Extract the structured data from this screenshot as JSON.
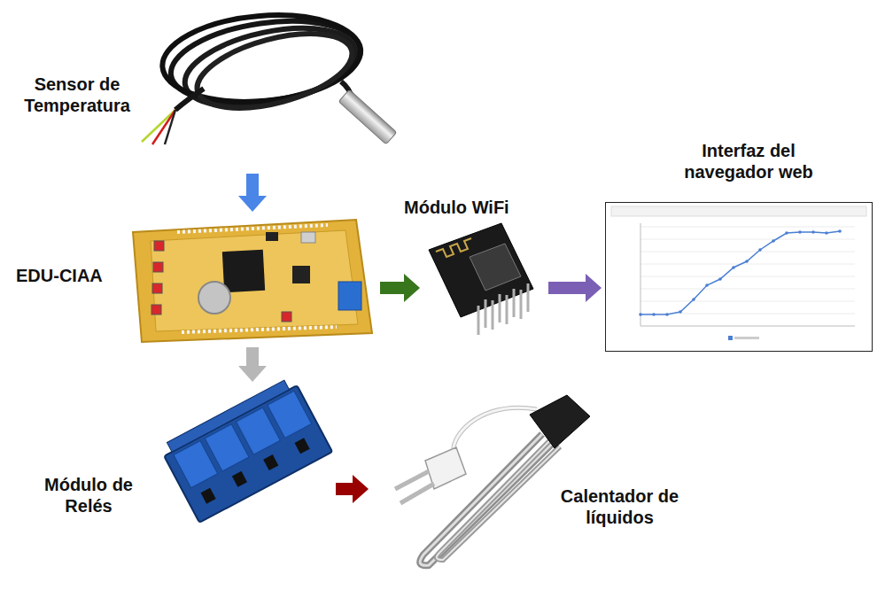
{
  "diagram": {
    "nodes": [
      {
        "text": [
          "Sensor de Temperatura"
        ]
      },
      {
        "text": [
          "EDU-CIAA"
        ]
      },
      {
        "text": [
          "Módulo WiFi"
        ]
      },
      {
        "text": [
          "Interfaz del navegador web"
        ]
      },
      {
        "text": [
          "Módulo de Relés"
        ]
      },
      {
        "text": [
          "Calentador de líquidos"
        ]
      }
    ],
    "edges": [
      {
        "from": 0,
        "to": 1,
        "arrow": "to"
      },
      {
        "from": 1,
        "to": 2,
        "arrow": "to"
      },
      {
        "from": 2,
        "to": 3,
        "arrow": "to"
      },
      {
        "from": 1,
        "to": 4,
        "arrow": "to"
      },
      {
        "from": 4,
        "to": 5,
        "arrow": "to"
      }
    ]
  }
}
